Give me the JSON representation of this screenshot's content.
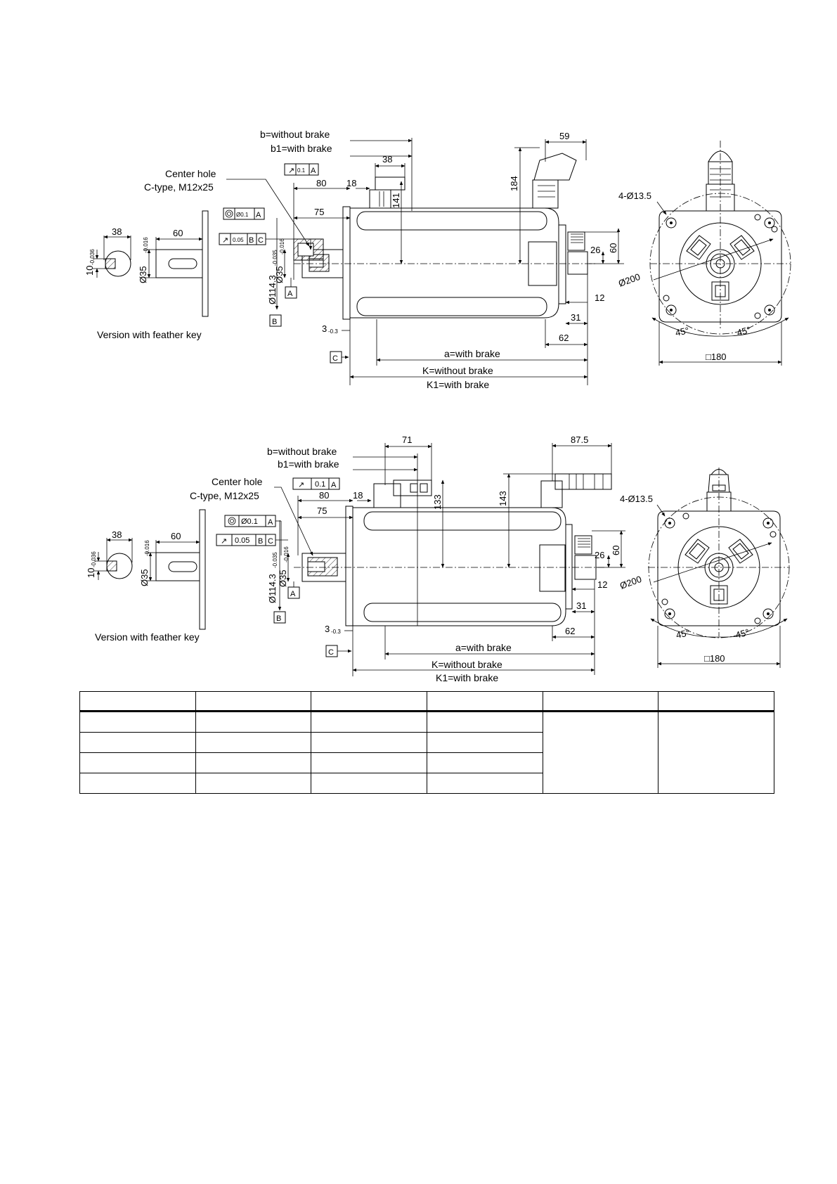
{
  "drawing_top": {
    "labels": {
      "b_without_brake": "b=without brake",
      "b1_with_brake": "b1=with brake",
      "center_hole": "Center hole",
      "c_type": "C-type, M12x25",
      "version_feather_key": "Version with feather key",
      "a_with_brake": "a=with brake",
      "k_without_brake": "K=without brake",
      "k1_with_brake": "K1=with brake",
      "holes": "4-Ø13.5",
      "pcd": "Ø200",
      "square": "□180",
      "angle_left": "45°",
      "angle_right": "45°"
    },
    "dims": {
      "d38": "38",
      "d60": "60",
      "d80": "80",
      "d75": "75",
      "d18": "18",
      "d38b": "38",
      "d141": "141",
      "d184": "184",
      "d59": "59",
      "d26": "26",
      "d60r": "60",
      "d12": "12",
      "d31": "31",
      "d62": "62",
      "d3": "3",
      "d3tol": "-0.3",
      "d10": "10",
      "d10tol": "-0.036",
      "d35": "Ø35",
      "d35tol": "-0.016",
      "d114": "Ø114.3",
      "d114tol": "-0.035"
    },
    "tolerances": {
      "runout": "0.1",
      "runout_ref": "A",
      "concentric": "Ø0.1",
      "concentric_ref": "A",
      "runout2": "0.05",
      "runout2_ref1": "B",
      "runout2_ref2": "C"
    },
    "datums": {
      "a": "A",
      "b": "B",
      "c": "C"
    }
  },
  "drawing_bottom": {
    "labels": {
      "b_without_brake": "b=without brake",
      "b1_with_brake": "b1=with brake",
      "center_hole": "Center hole",
      "c_type": "C-type, M12x25",
      "version_feather_key": "Version with feather key",
      "a_with_brake": "a=with brake",
      "k_without_brake": "K=without brake",
      "k1_with_brake": "K1=with brake",
      "holes": "4-Ø13.5",
      "pcd": "Ø200",
      "square": "□180",
      "angle_left": "45°",
      "angle_right": "45°"
    },
    "dims": {
      "d38": "38",
      "d60": "60",
      "d80": "80",
      "d75": "75",
      "d18": "18",
      "d71": "71",
      "d133": "133",
      "d143": "143",
      "d875": "87.5",
      "d26": "26",
      "d60r": "60",
      "d12": "12",
      "d31": "31",
      "d62": "62",
      "d3": "3",
      "d3tol": "-0.3",
      "d10": "10",
      "d10tol": "-0.036",
      "d35": "Ø35",
      "d35tol": "-0.016",
      "d114": "Ø114.3",
      "d114tol": "-0.035"
    },
    "tolerances": {
      "runout": "0.1",
      "runout_ref": "A",
      "concentric": "Ø0.1",
      "concentric_ref": "A",
      "runout2": "0.05",
      "runout2_ref1": "B",
      "runout2_ref2": "C"
    },
    "datums": {
      "a": "A",
      "b": "B",
      "c": "C"
    }
  },
  "table": {
    "header": [
      "",
      "",
      "",
      "",
      "",
      ""
    ],
    "rows": [
      [
        "",
        "",
        "",
        ""
      ],
      [
        "",
        "",
        "",
        ""
      ],
      [
        "",
        "",
        "",
        ""
      ],
      [
        "",
        "",
        "",
        ""
      ]
    ]
  }
}
